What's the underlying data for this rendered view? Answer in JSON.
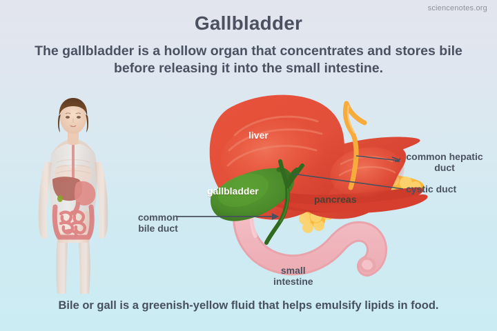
{
  "watermark": "sciencenotes.org",
  "header": {
    "title": "Gallbladder",
    "subtitle": "The gallbladder is a hollow organ that concentrates and stores bile before releasing it into the small intestine."
  },
  "footer": {
    "note": "Bile or gall is a greenish-yellow fluid that helps emulsify lipids in food."
  },
  "diagram": {
    "labels": {
      "liver": "liver",
      "gallbladder": "gallbladder",
      "pancreas": "pancreas",
      "small_intestine_line1": "small",
      "small_intestine_line2": "intestine",
      "common_hepatic_duct_line1": "common hepatic",
      "common_hepatic_duct_line2": "duct",
      "cystic_duct": "cystic duct",
      "common_bile_duct_line1": "common",
      "common_bile_duct_line2": "bile duct"
    },
    "figure": {
      "alt": "female human body silhouette showing digestive organs"
    }
  },
  "colors": {
    "background_top": "#e3e5ee",
    "background_bottom": "#ccecf3",
    "title_text": "#4b5160",
    "body_text": "#4a5262",
    "liver": "#e2503c",
    "liver_dark": "#cf3b2c",
    "liver_highlight": "#ef6a53",
    "gallbladder": "#4b8c2b",
    "gallbladder_dark": "#3a6f20",
    "bile_duct": "#2f6a1e",
    "pancreas": "#fbc548",
    "pancreas_light": "#fdd778",
    "small_intestine": "#f2bcc1",
    "small_intestine_dark": "#e69aa3",
    "falciform_ligament": "#f6a83c",
    "leader_line": "#3f4a5a"
  }
}
